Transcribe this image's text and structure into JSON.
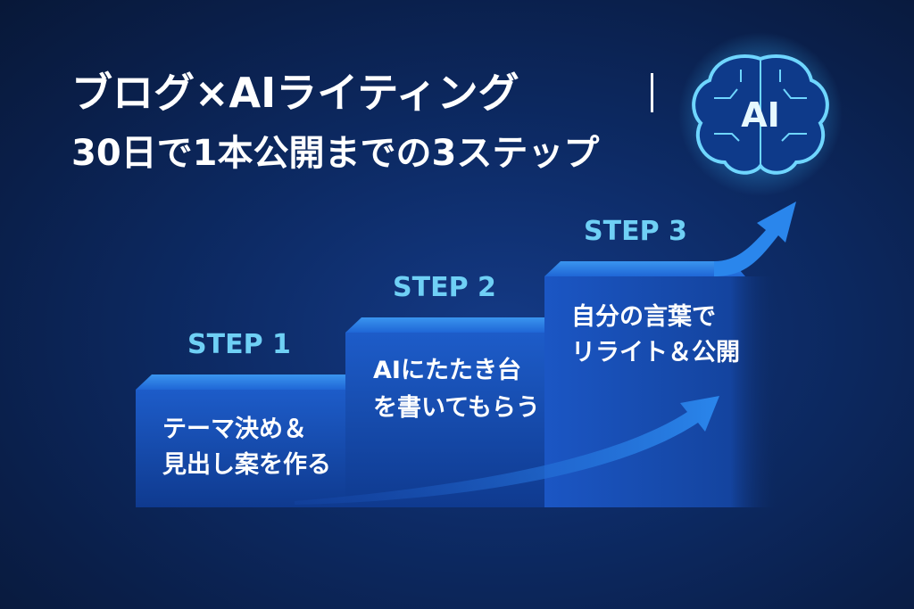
{
  "title": {
    "line1": "ブログ×AIライティング",
    "line2": "30日で1本公開までの3ステップ"
  },
  "badge": {
    "icon": "ai-brain-icon",
    "label": "AI"
  },
  "steps": [
    {
      "label": "STEP 1",
      "lines": [
        "テーマ決め＆",
        "見出し案を作る"
      ]
    },
    {
      "label": "STEP 2",
      "lines": [
        "AIにたたき台",
        "を書いてもらう"
      ]
    },
    {
      "label": "STEP 3",
      "lines": [
        "自分の言葉で",
        "リライト＆公開"
      ]
    }
  ],
  "colors": {
    "background": "#0d2b66",
    "step_face": "#1a54c2",
    "step_top": "#2f86e8",
    "step_label": "#6fd0f5",
    "glow": "#39b7ff"
  }
}
